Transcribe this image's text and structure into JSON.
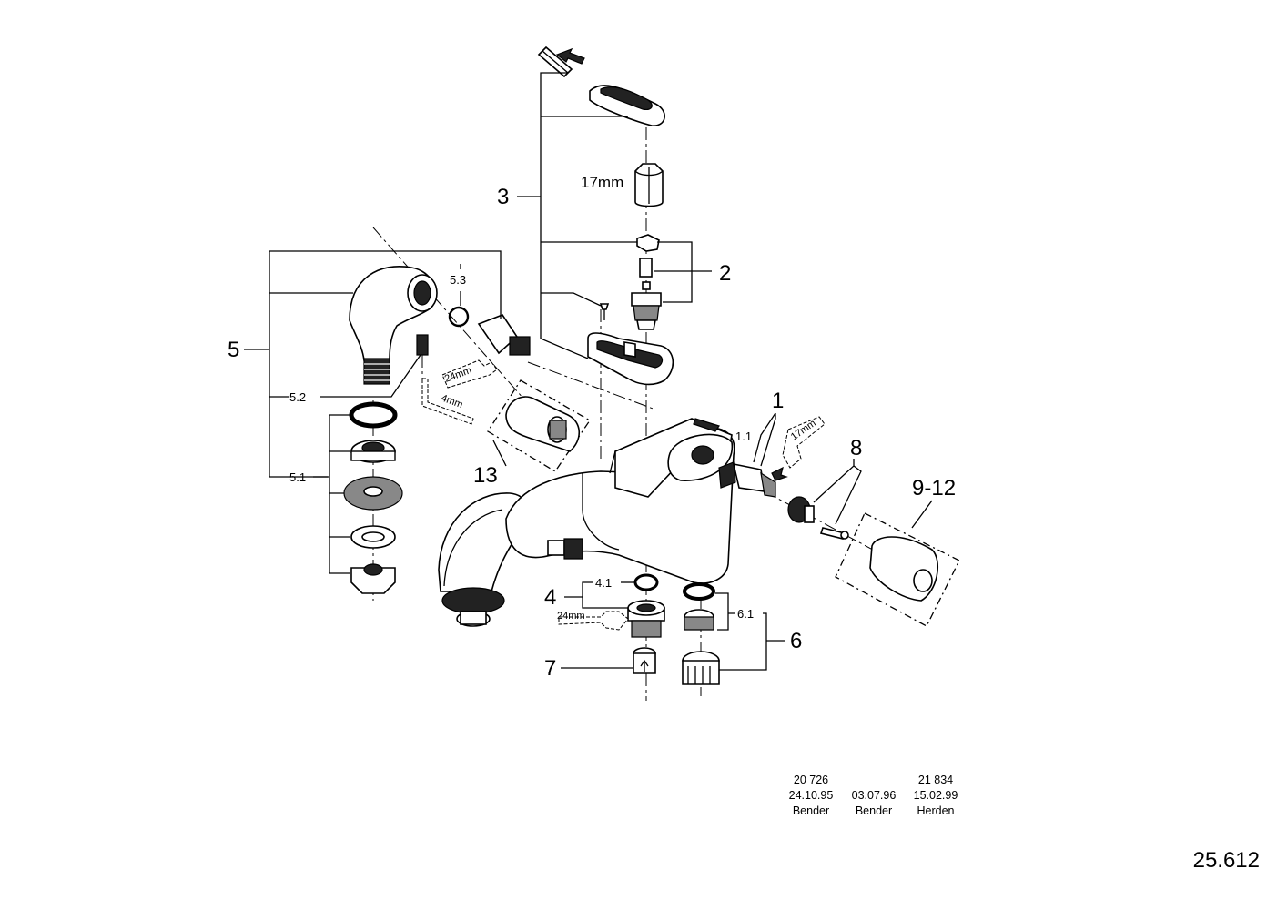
{
  "parts": {
    "p1": "1",
    "p1_1": "1.1",
    "p2": "2",
    "p3": "3",
    "p4": "4",
    "p4_1": "4.1",
    "p5": "5",
    "p5_1": "5.1",
    "p5_2": "5.2",
    "p5_3": "5.3",
    "p6": "6",
    "p6_1": "6.1",
    "p7": "7",
    "p8": "8",
    "p9_12": "9-12",
    "p13": "13"
  },
  "tools": {
    "socket_top": "17mm",
    "wrench_left": "24mm",
    "hex_key": "4mm",
    "wrench_right": "17mm",
    "wrench_bottom": "24mm"
  },
  "revisions": [
    {
      "number": "20 726",
      "date": "24.10.95",
      "name": "Bender"
    },
    {
      "number": "",
      "date": "03.07.96",
      "name": "Bender"
    },
    {
      "number": "21 834",
      "date": "15.02.99",
      "name": "Herden"
    }
  ],
  "sheet_number": "25.612"
}
